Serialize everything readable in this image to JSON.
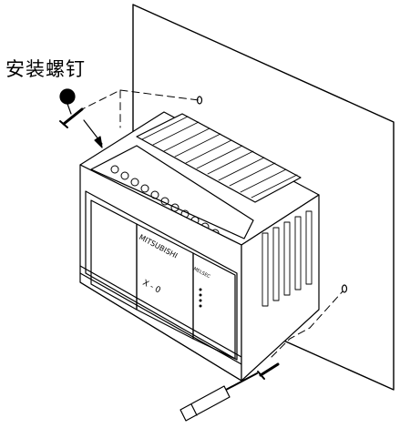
{
  "diagram": {
    "caption": "安装螺钉",
    "brand": "MITSUBISHI",
    "model_text": "X - 0",
    "fx_badge": "MELSEC"
  },
  "colors": {
    "line": "#000000",
    "background": "#ffffff",
    "panel": "#ffffff"
  }
}
